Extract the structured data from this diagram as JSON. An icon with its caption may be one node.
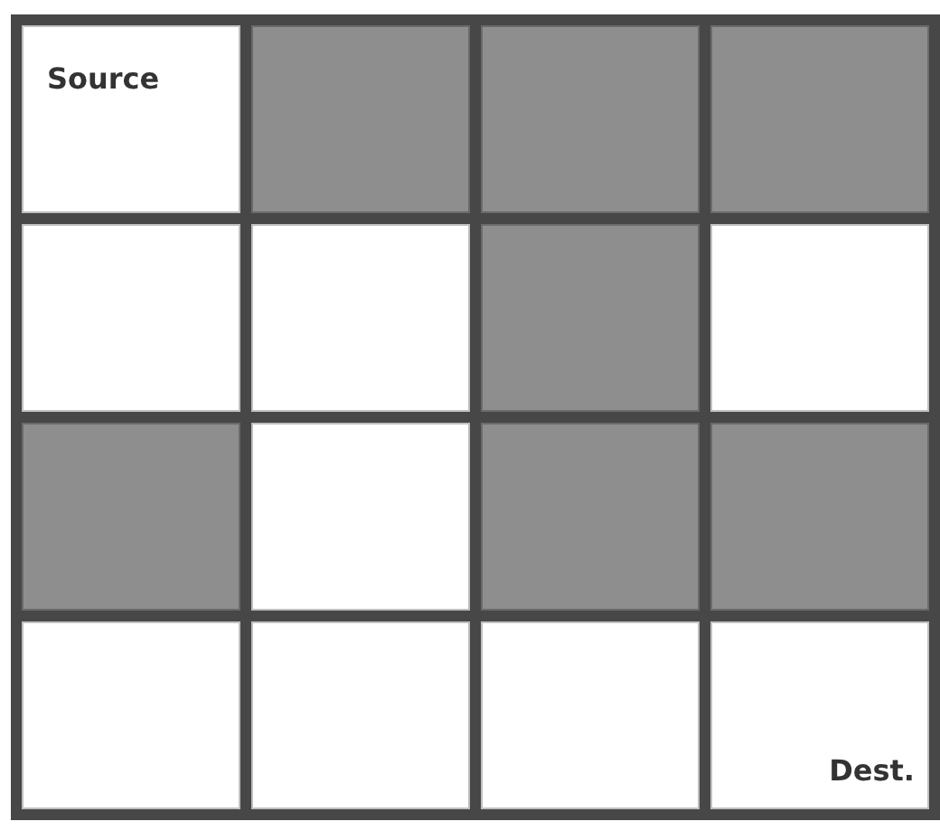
{
  "diagram": {
    "nodes": [
      {
        "text": [
          "Source"
        ]
      },
      {
        "text": [],
        "shape": "box"
      },
      {
        "text": [],
        "shape": "box"
      },
      {
        "text": [],
        "shape": "box"
      },
      {
        "text": [],
        "shape": "box"
      },
      {
        "text": [],
        "shape": "box"
      },
      {
        "text": [],
        "shape": "box"
      },
      {
        "text": [],
        "shape": "box"
      },
      {
        "text": [],
        "shape": "box"
      },
      {
        "text": [],
        "shape": "box"
      },
      {
        "text": [],
        "shape": "box"
      },
      {
        "text": [],
        "shape": "box"
      },
      {
        "text": [],
        "shape": "box"
      },
      {
        "text": [],
        "shape": "box"
      },
      {
        "text": [],
        "shape": "box"
      },
      {
        "text": [
          "Dest."
        ]
      }
    ]
  }
}
